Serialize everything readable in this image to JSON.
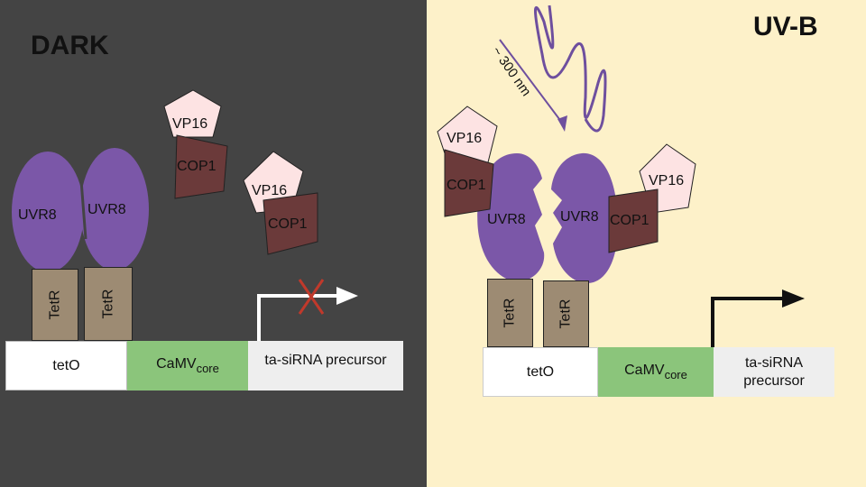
{
  "colors": {
    "dark_bg": "#444444",
    "light_bg": "#fdf1c9",
    "uvr8": "#7b57a8",
    "cop1": "#6b3a3a",
    "vp16": "#fde3e3",
    "tetr": "#9d8b73",
    "tetO": "#ffffff",
    "camv": "#8bc57b",
    "precursor": "#eeeeee",
    "uv_wave": "#6e4f9e",
    "cross": "#c0392b"
  },
  "dark": {
    "title": "DARK",
    "uvr8_left": "UVR8",
    "uvr8_right": "UVR8",
    "tetr_left": "TetR",
    "tetr_right": "TetR",
    "vp16_a": "VP16",
    "cop1_a": "COP1",
    "vp16_b": "VP16",
    "cop1_b": "COP1",
    "dna": {
      "tetO": "tetO",
      "camv": "CaMV",
      "camv_sub": "core",
      "precursor": "ta-siRNA precursor"
    },
    "arrow_icon": "arrow-right-icon",
    "blocked_icon": "cross-icon"
  },
  "light": {
    "title": "UV-B",
    "wavelength": "~ 300 nm",
    "uvr8_left": "UVR8",
    "uvr8_right": "UVR8",
    "tetr_left": "TetR",
    "tetr_right": "TetR",
    "vp16_a": "VP16",
    "cop1_a": "COP1",
    "vp16_b": "VP16",
    "cop1_b": "COP1",
    "dna": {
      "tetO": "tetO",
      "camv": "CaMV",
      "camv_sub": "core",
      "precursor": "ta-siRNA\nprecursor"
    },
    "arrow_icon": "arrow-right-icon",
    "wave_icon": "uv-wave-icon"
  }
}
